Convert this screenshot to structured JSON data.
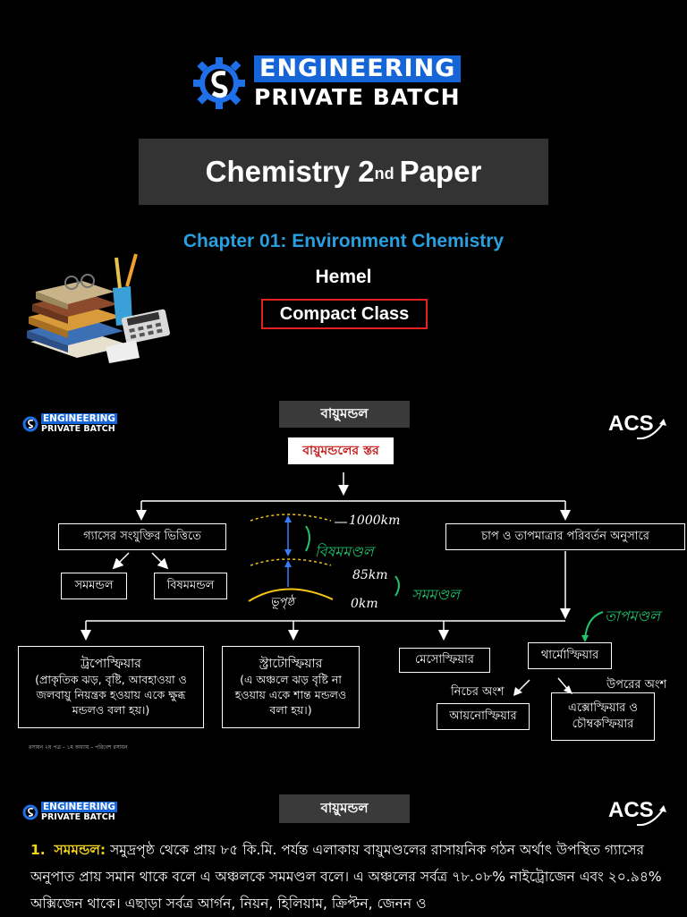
{
  "header": {
    "logo_line1": "ENGINEERING",
    "logo_line2": "PRIVATE BATCH",
    "title_main": "Chemistry 2",
    "title_sup": "nd",
    "title_rest": "Paper",
    "chapter": "Chapter 01: Environment Chemistry",
    "teacher": "Hemel",
    "class_type": "Compact Class"
  },
  "slide2": {
    "logo_line1": "ENGINEERING",
    "logo_line2": "PRIVATE BATCH",
    "brand": "ACS",
    "heading": "বায়ুমন্ডল",
    "sub_heading": "বায়ুমন্ডলের স্তর",
    "left_branch": "গ্যাসের সংযুক্তির ভিত্তিতে",
    "right_branch": "চাপ ও তাপমাত্রার পরিবর্তন অনুসারে",
    "homo": "সমমন্ডল",
    "hetero": "বিষমমন্ডল",
    "troposphere_title": "ট্রপোস্ফিয়ার",
    "troposphere_desc": "(প্রাকৃতিক ঝড়, বৃষ্টি, আবহাওয়া ও জলবায়ু নিয়ন্ত্রক হওয়ায় একে ক্ষুব্ধ মন্ডলও বলা হয়।)",
    "stratosphere_title": "স্ট্রাটোস্ফিয়ার",
    "stratosphere_desc": "(এ অঞ্চলে ঝড় বৃষ্টি না হওয়ায় একে শান্ত মন্ডলও বলা হয়।)",
    "mesosphere": "মেসোস্ফিয়ার",
    "thermosphere": "থার্মোস্ফিয়ার",
    "lower_part": "নিচের অংশ",
    "upper_part": "উপরের অংশ",
    "ionosphere": "আয়নোস্ফিয়ার",
    "exosphere": "এক্সোস্ফিয়ার ও চৌম্বকস্ফিয়ার",
    "hw_1000km": "1000km",
    "hw_85km": "85km",
    "hw_0km": "0km",
    "hw_hetero": "বিষমমণ্ডল",
    "hw_homo": "সমমণ্ডল",
    "hw_surface": "ভূপৃষ্ঠ",
    "hw_thermo": "তাপমণ্ডল",
    "footer": "রসায়ন ২য় পত্র – ১ম অধ্যায় – পরিবেশ রসায়ন"
  },
  "slide3": {
    "logo_line1": "ENGINEERING",
    "logo_line2": "PRIVATE BATCH",
    "brand": "ACS",
    "heading": "বায়ুমন্ডল",
    "item_number": "1.",
    "item_term": "সমমন্ডল:",
    "item_text": "সমুদ্রপৃষ্ঠ থেকে প্রায় ৮৫ কি.মি. পর্যন্ত এলাকায় বায়ুমণ্ডলের রাসায়নিক গঠন অর্থাৎ উপস্থিত গ্যাসের অনুপাত প্রায় সমান থাকে বলে এ অঞ্চলকে সমমণ্ডল বলে। এ অঞ্চলের সর্বত্র ৭৮.০৮% নাইট্রোজেন এবং ২০.৯৪% অক্সিজেন থাকে। এছাড়া সর্বত্র আর্গন, নিয়ন, হিলিয়াম, ক্রিপ্টন, জেনন ও"
  },
  "colors": {
    "brand_blue": "#1565d8",
    "chapter_blue": "#2a9fe0",
    "accent_red": "#e52222",
    "highlight_yellow": "#f2d21a",
    "handwriting_green": "#21c46b",
    "handwriting_yellow": "#f5c518"
  }
}
